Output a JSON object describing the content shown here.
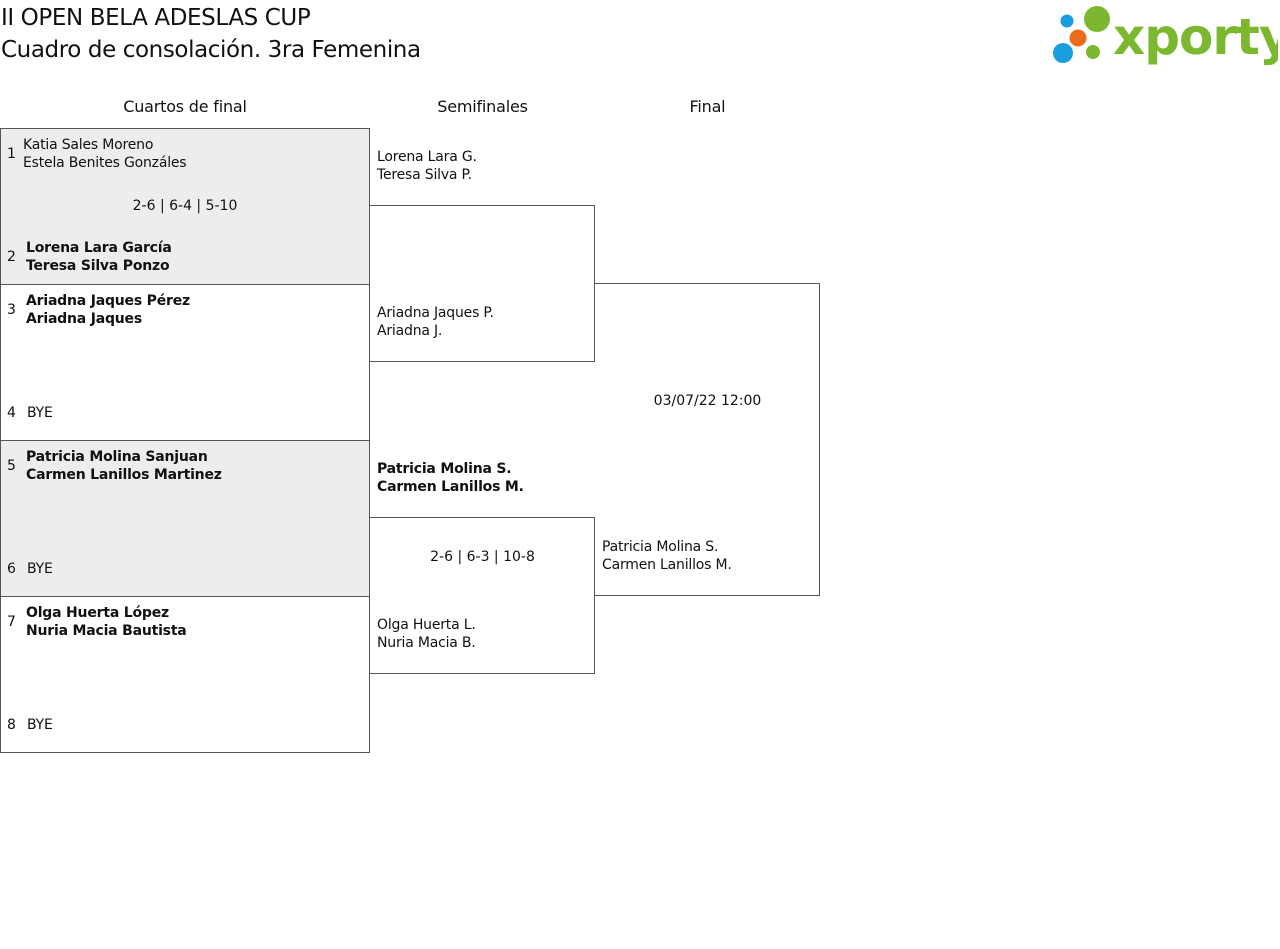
{
  "header": {
    "title": "II OPEN BELA ADESLAS CUP",
    "subtitle": "Cuadro de consolación. 3ra Femenina",
    "logo_text": "xporty"
  },
  "colors": {
    "logo_green": "#7cb82f",
    "logo_blue": "#1a9ee0",
    "logo_orange": "#ea6c1a",
    "shade": "#ededed"
  },
  "rounds": {
    "r1": "Cuartos de final",
    "r2": "Semifinales",
    "r3": "Final"
  },
  "quarterfinals": [
    {
      "s1": "1",
      "p1a": "Katia Sales Moreno",
      "p1b": "Estela Benites Gonzáles",
      "s2": "2",
      "p2a": "Lorena Lara García",
      "p2b": "Teresa Silva Ponzo",
      "score": "2-6 | 6-4 | 5-10"
    },
    {
      "s1": "3",
      "p1a": "Ariadna Jaques Pérez",
      "p1b": "Ariadna Jaques",
      "s2": "4",
      "p2a": "BYE",
      "p2b": "",
      "score": ""
    },
    {
      "s1": "5",
      "p1a": "Patricia Molina Sanjuan",
      "p1b": "Carmen Lanillos Martinez",
      "s2": "6",
      "p2a": "BYE",
      "p2b": "",
      "score": ""
    },
    {
      "s1": "7",
      "p1a": "Olga Huerta López",
      "p1b": "Nuria Macia Bautista",
      "s2": "8",
      "p2a": "BYE",
      "p2b": "",
      "score": ""
    }
  ],
  "semifinals": [
    {
      "p1a": "Lorena Lara G.",
      "p1b": "Teresa Silva P.",
      "p2a": "Ariadna Jaques P.",
      "p2b": "Ariadna J.",
      "score": ""
    },
    {
      "p1a": "Patricia Molina S.",
      "p1b": "Carmen Lanillos M.",
      "p2a": "Olga Huerta L.",
      "p2b": "Nuria Macia B.",
      "score": "2-6 | 6-3 | 10-8"
    }
  ],
  "final": {
    "datetime": "03/07/22 12:00",
    "p2a": "Patricia Molina S.",
    "p2b": "Carmen Lanillos M."
  }
}
